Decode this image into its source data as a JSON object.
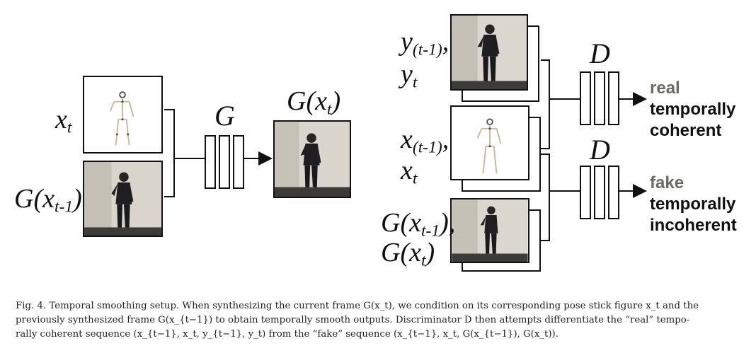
{
  "left": {
    "input_top_label": "x",
    "input_top_sub": "t",
    "input_bottom_label": "G(x",
    "input_bottom_sub": "t-1",
    "input_bottom_close": ")",
    "generator_label": "G",
    "output_label": "G(x",
    "output_sub": "t",
    "output_close": ")"
  },
  "right": {
    "pair1_line1": "y",
    "pair1_line1_sub": "(t-1)",
    "pair1_line1_tail": ",",
    "pair1_line2": "y",
    "pair1_line2_sub": "t",
    "pair2_line1": "x",
    "pair2_line1_sub": "(t-1)",
    "pair2_line1_tail": ",",
    "pair2_line2": "x",
    "pair2_line2_sub": "t",
    "pair3_line1": "G(x",
    "pair3_line1_sub": "t-1",
    "pair3_line1_tail": "),",
    "pair3_line2": "G(x",
    "pair3_line2_sub": "t",
    "pair3_line2_tail": ")",
    "disc_top_label": "D",
    "disc_bottom_label": "D",
    "real_word": "real",
    "real_line2": "temporally",
    "real_line3": "coherent",
    "fake_word": "fake",
    "fake_line2": "temporally",
    "fake_line3": "incoherent"
  },
  "caption": {
    "line1": "Fig. 4.  Temporal smoothing setup. When synthesizing the current frame  G(x_t), we condition on its corresponding pose stick figure  x_t  and the",
    "line2": "previously synthesized frame G(x_{t−1}) to obtain temporally smooth outputs.  Discriminator  D  then attempts differentiate the “real” tempo-",
    "line3": "rally coherent sequence  (x_{t−1}, x_t, y_{t−1}, y_t)  from the “fake” sequence  (x_{t−1}, x_t, G(x_{t−1}), G(x_t))."
  },
  "colors": {
    "line": "#111111",
    "fake_gray": "#6b6b60",
    "photo_wall": "#d8d4cc",
    "photo_floor": "#3a3a38"
  },
  "icons": [
    "stick-figure-icon",
    "person-photo-icon"
  ]
}
